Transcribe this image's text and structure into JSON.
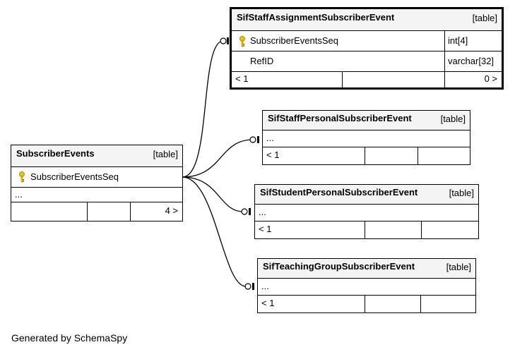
{
  "tables": {
    "subscriber_events": {
      "name": "SubscriberEvents",
      "type": "[table]",
      "column": "SubscriberEventsSeq",
      "ellipsis": "...",
      "children_count": "4 >"
    },
    "staff_assignment": {
      "name": "SifStaffAssignmentSubscriberEvent",
      "type": "[table]",
      "columns": [
        {
          "name": "SubscriberEventsSeq",
          "type": "int[4]",
          "key": true
        },
        {
          "name": "RefID",
          "type": "varchar[32]",
          "key": false
        }
      ],
      "parents": "< 1",
      "children": "0 >"
    },
    "staff_personal": {
      "name": "SifStaffPersonalSubscriberEvent",
      "type": "[table]",
      "ellipsis": "...",
      "parents": "< 1"
    },
    "student_personal": {
      "name": "SifStudentPersonalSubscriberEvent",
      "type": "[table]",
      "ellipsis": "...",
      "parents": "< 1"
    },
    "teaching_group": {
      "name": "SifTeachingGroupSubscriberEvent",
      "type": "[table]",
      "ellipsis": "...",
      "parents": "< 1"
    }
  },
  "footer": "Generated by SchemaSpy",
  "colors": {
    "key_icon": "#e8c400",
    "header_bg": "#f4f4f4"
  }
}
